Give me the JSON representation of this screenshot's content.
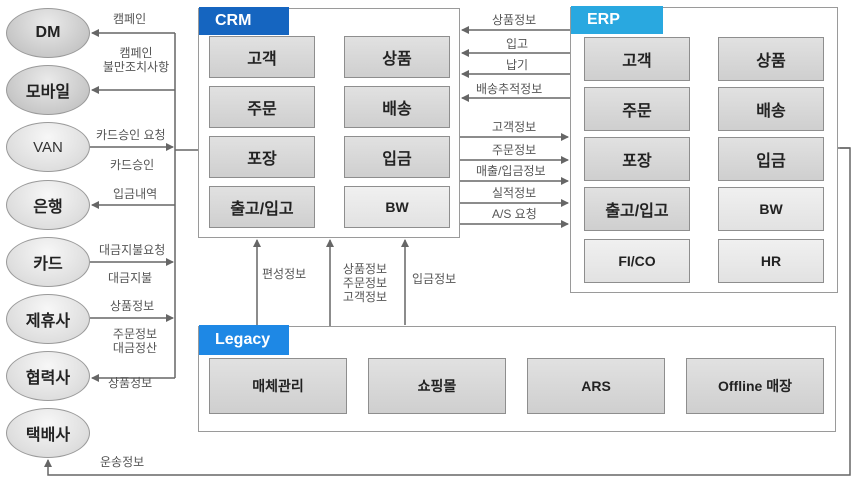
{
  "partners": [
    "DM",
    "모바일",
    "VAN",
    "은행",
    "카드",
    "제휴사",
    "협력사",
    "택배사"
  ],
  "partner_flows": {
    "campaign": "캠페인",
    "complaint_1": "캠페인",
    "complaint_2": "불만조치사항",
    "card_approval_req": "카드승인 요청",
    "card_approval": "카드승인",
    "deposit_detail": "입금내역",
    "payment_req": "대금지불요청",
    "payment": "대금지불",
    "product_info_1": "상품정보",
    "order_info": "주문정보",
    "settlement": "대금정산",
    "product_info_2": "상품정보",
    "shipping_info": "운송정보"
  },
  "crm": {
    "title": "CRM",
    "modules": [
      "고객",
      "상품",
      "주문",
      "배송",
      "포장",
      "입금",
      "출고/입고",
      "BW"
    ]
  },
  "erp": {
    "title": "ERP",
    "modules": [
      "고객",
      "상품",
      "주문",
      "배송",
      "포장",
      "입금",
      "출고/입고",
      "BW",
      "FI/CO",
      "HR"
    ]
  },
  "erp_to_crm": [
    "상품정보",
    "입고",
    "납기",
    "배송추적정보"
  ],
  "crm_to_erp": [
    "고객정보",
    "주문정보",
    "매출/입금정보",
    "실적정보",
    "A/S 요청"
  ],
  "legacy": {
    "title": "Legacy",
    "modules": [
      "매체관리",
      "쇼핑몰",
      "ARS",
      "Offline 매장"
    ]
  },
  "legacy_flows": {
    "left": "편성정보",
    "middle_1": "상품정보",
    "middle_2": "주문정보",
    "middle_3": "고객정보",
    "right": "입금정보"
  },
  "colors": {
    "crm_tag": "#1565c0",
    "erp_tag": "#29a8e0",
    "legacy_tag": "#1e88e5",
    "line": "#666666"
  }
}
